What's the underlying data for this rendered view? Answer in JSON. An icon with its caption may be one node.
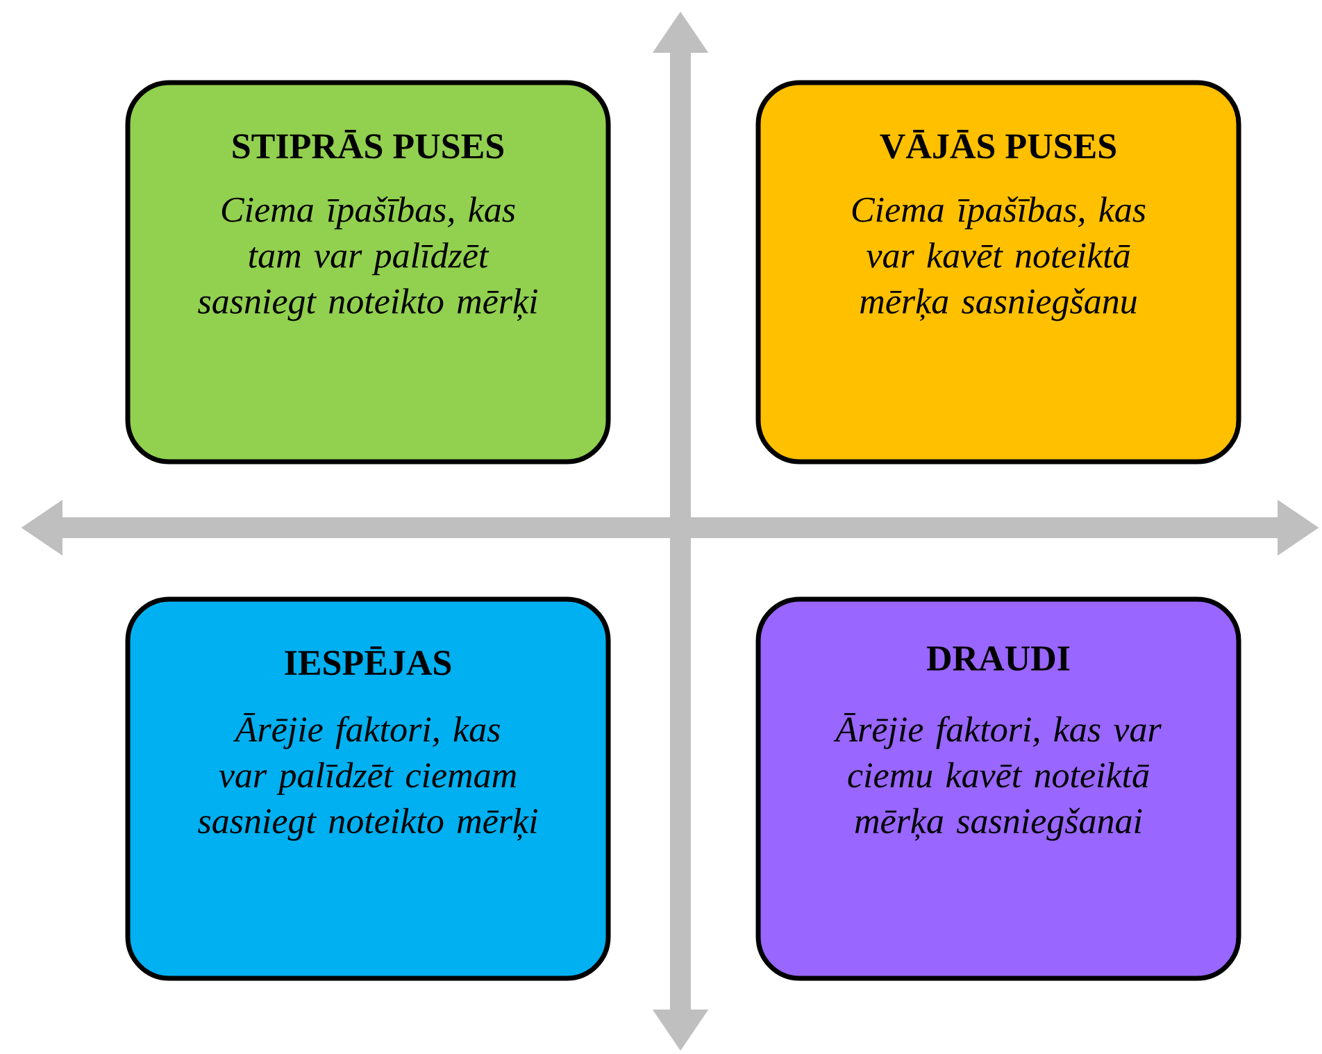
{
  "diagram": {
    "nodes": [
      {
        "text": [
          "STIPRĀS PUSES",
          "Ciema īpašības, kas tam var palīdzēt sasniegt noteikto mērķi"
        ]
      },
      {
        "text": [
          "VĀJĀS PUSES",
          "Ciema īpašības, kas var kavēt noteiktā mērķa sasniegšanu"
        ]
      },
      {
        "text": [
          "IESPĒJAS",
          "Ārējie faktori, kas var palīdzēt ciemam sasniegt noteikto mērķi"
        ]
      },
      {
        "text": [
          "DRAUDI",
          "Ārējie faktori, kas var ciemu kavēt noteiktā mērķa sasniegšanai"
        ]
      }
    ]
  }
}
